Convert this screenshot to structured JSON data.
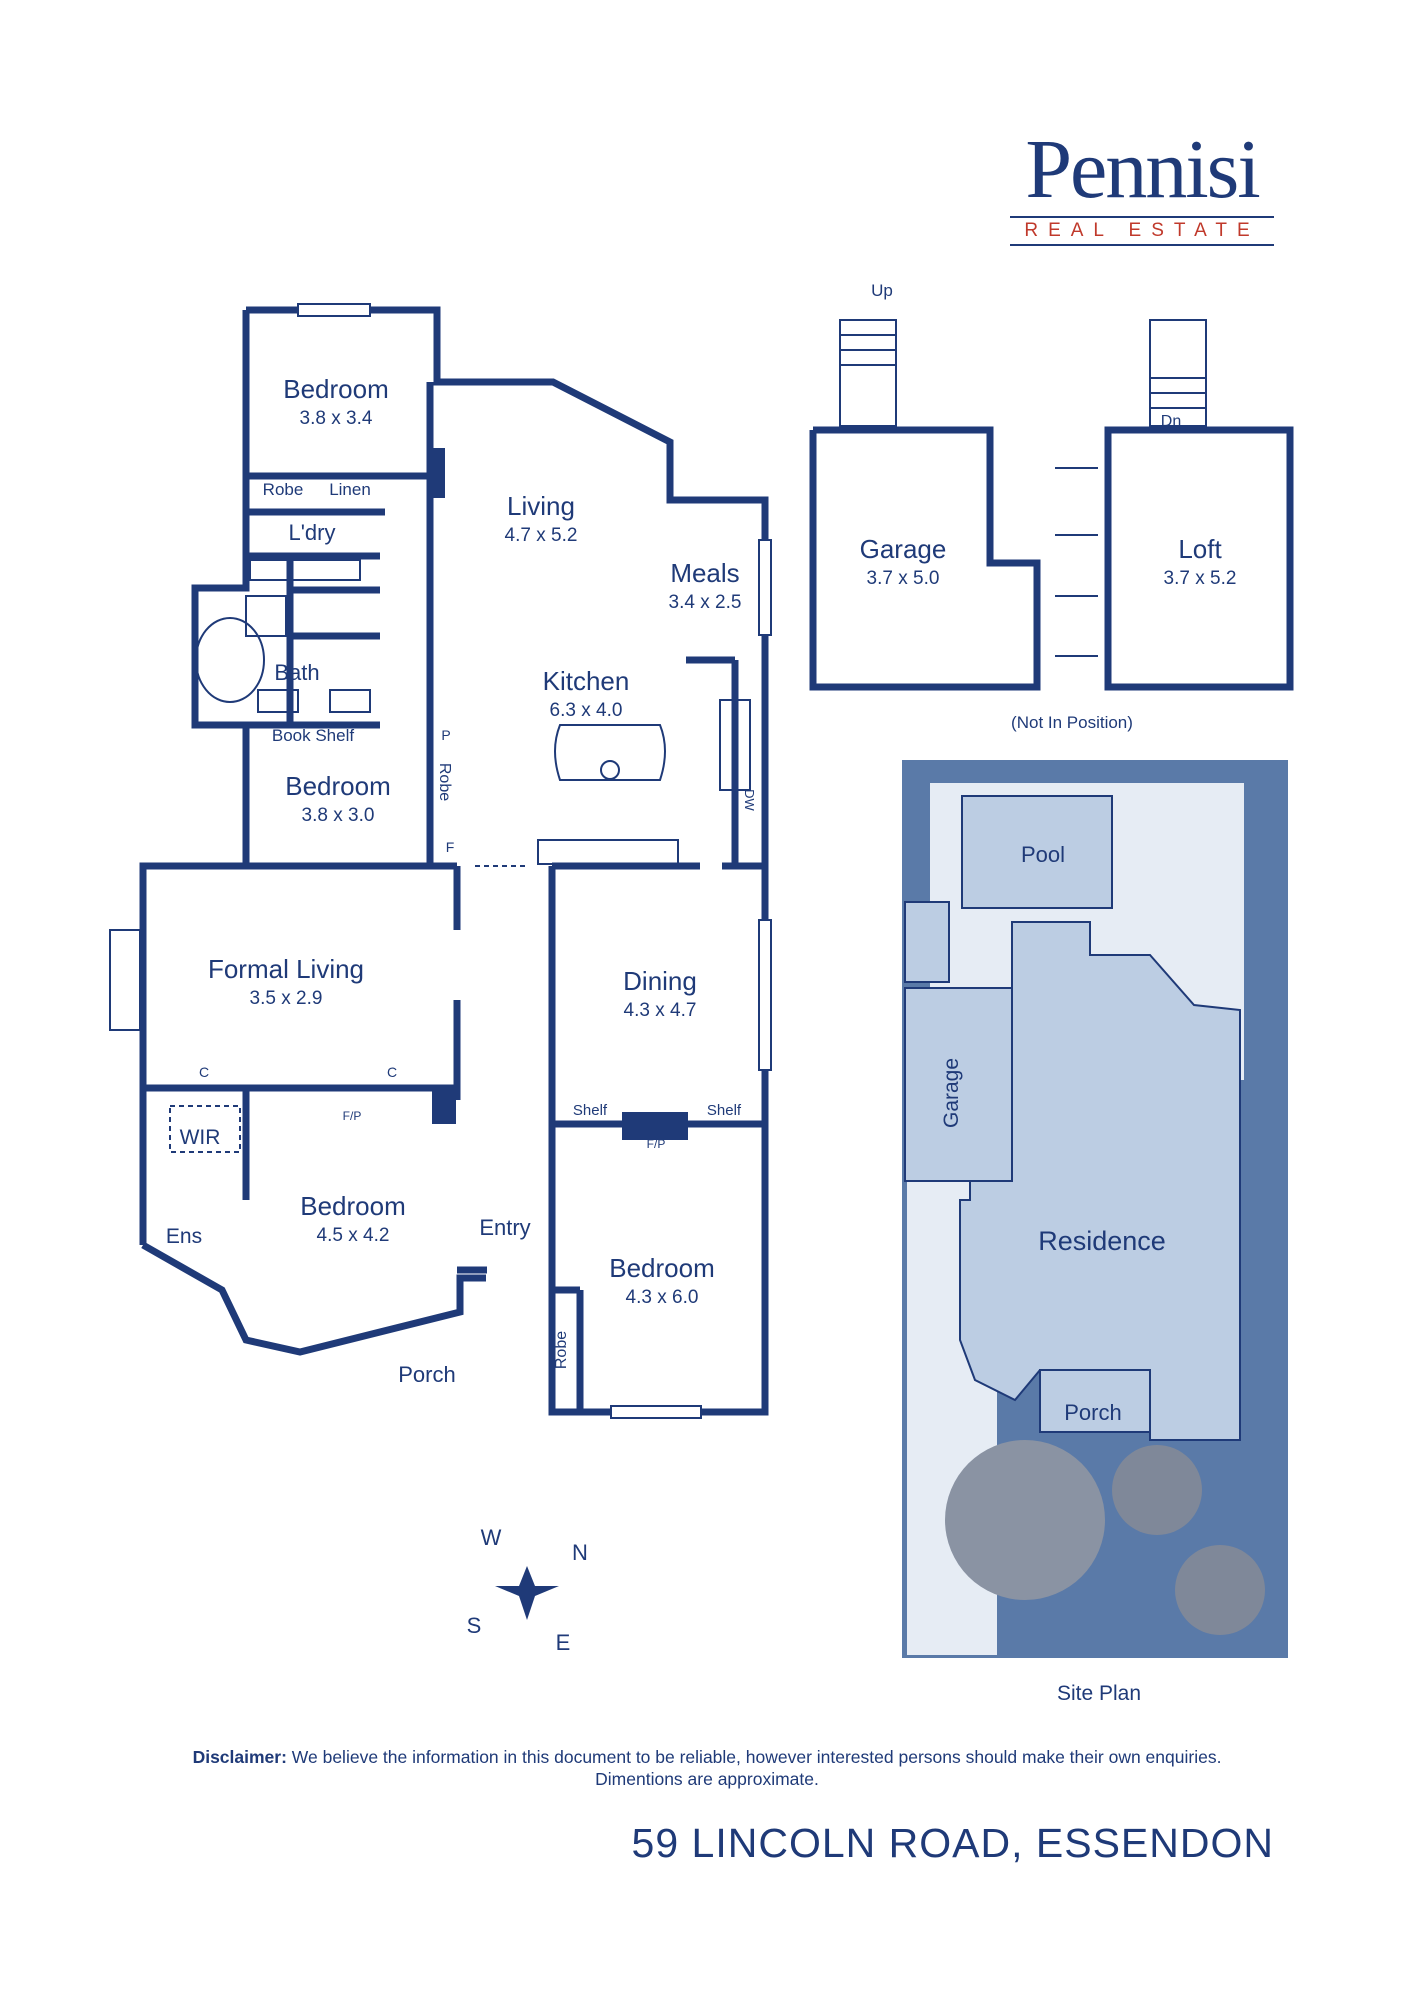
{
  "brand": {
    "name": "Pennisi",
    "tagline": "REAL ESTATE"
  },
  "rooms": {
    "bedroom1": {
      "name": "Bedroom",
      "dims": "3.8 x 3.4"
    },
    "robe1": "Robe",
    "linen": "Linen",
    "laundry": "L'dry",
    "bath": "Bath",
    "bookshelf": "Book Shelf",
    "bedroom2": {
      "name": "Bedroom",
      "dims": "3.8 x 3.0"
    },
    "living": {
      "name": "Living",
      "dims": "4.7 x 5.2"
    },
    "meals": {
      "name": "Meals",
      "dims": "3.4 x 2.5"
    },
    "kitchen": {
      "name": "Kitchen",
      "dims": "6.3 x 4.0"
    },
    "formal_living": {
      "name": "Formal Living",
      "dims": "3.5 x 2.9"
    },
    "dining": {
      "name": "Dining",
      "dims": "4.3 x 4.7"
    },
    "wir": "WIR",
    "ens": "Ens",
    "bedroom3": {
      "name": "Bedroom",
      "dims": "4.5 x 4.2"
    },
    "entry": "Entry",
    "bedroom4": {
      "name": "Bedroom",
      "dims": "4.3 x 6.0"
    },
    "robe2": "Robe",
    "porch": "Porch",
    "fp": "F/P",
    "p": "P",
    "robe3": "Robe",
    "f": "F",
    "dw": "DW",
    "c": "C",
    "shelf": "Shelf"
  },
  "outbuildings": {
    "garage": {
      "name": "Garage",
      "dims": "3.7 x 5.0"
    },
    "loft": {
      "name": "Loft",
      "dims": "3.7 x 5.2"
    },
    "up": "Up",
    "dn": "Dn",
    "note": "(Not In Position)"
  },
  "site_plan": {
    "title": "Site Plan",
    "pool": "Pool",
    "garage": "Garage",
    "residence": "Residence",
    "porch": "Porch"
  },
  "compass": {
    "n": "N",
    "s": "S",
    "e": "E",
    "w": "W"
  },
  "disclaimer": {
    "label": "Disclaimer:",
    "text": "We believe the information in this document to be reliable, however interested persons should make their own enquiries.",
    "line2": "Dimentions are approximate."
  },
  "address": "59 LINCOLN ROAD, ESSENDON",
  "colors": {
    "wall": "#1f3a78",
    "site_dark": "#5a7aa8",
    "site_light": "#e6ecf4",
    "site_mid": "#bccde3"
  }
}
